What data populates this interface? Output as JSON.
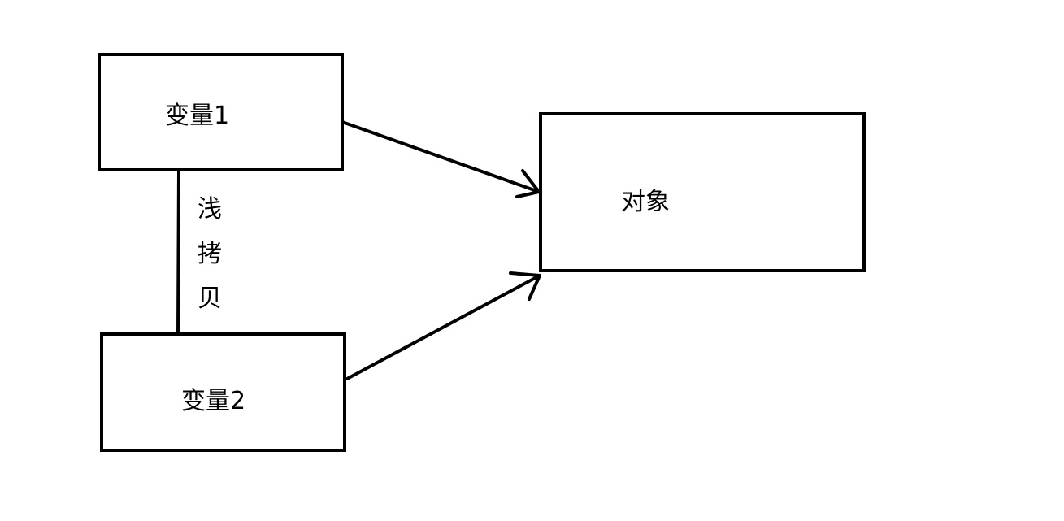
{
  "nodes": {
    "var1": {
      "label": "变量1"
    },
    "var2": {
      "label": "变量2"
    },
    "object": {
      "label": "对象"
    }
  },
  "relation": {
    "chars": [
      "浅",
      "拷",
      "贝"
    ]
  },
  "colors": {
    "stroke": "#000000",
    "background": "#ffffff"
  }
}
